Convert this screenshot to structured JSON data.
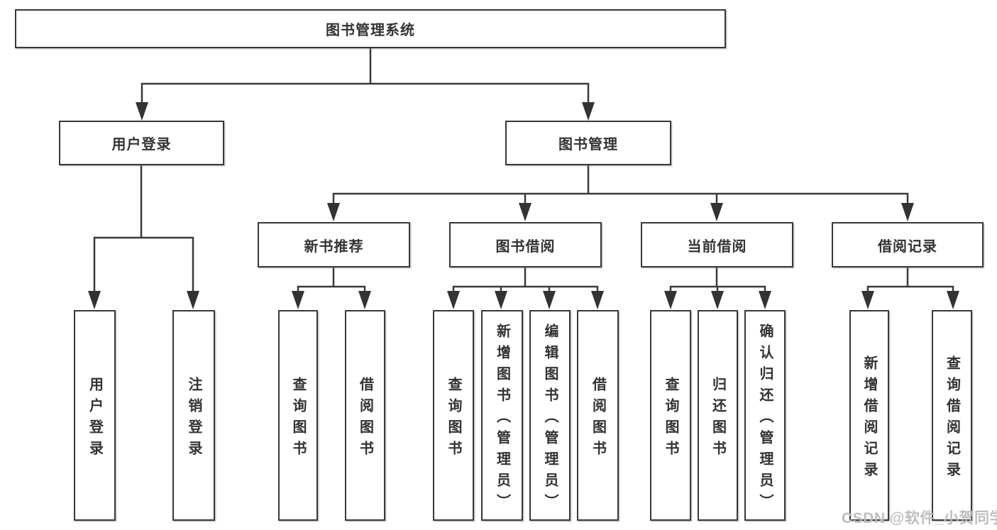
{
  "nodes": {
    "root": "图书管理系统",
    "user_login": "用户登录",
    "book_mgmt": "图书管理",
    "new_book_rec": "新书推荐",
    "book_borrow": "图书借阅",
    "current_borrow": "当前借阅",
    "borrow_records": "借阅记录",
    "leaf_user_login": "用户登录",
    "leaf_logout": "注销登录",
    "nb_query": "查询图书",
    "nb_borrow": "借阅图书",
    "bb_query": "查询图书",
    "bb_add": "新增图书（管理员）",
    "bb_edit": "编辑图书（管理员）",
    "bb_borrow": "借阅图书",
    "cb_query": "查询图书",
    "cb_return": "归还图书",
    "cb_confirm": "确认归还（管理员）",
    "br_add": "新增借阅记录",
    "br_query": "查询借阅记录"
  },
  "watermark": "CSDN @软件_小贺同学",
  "colors": {
    "line": "#3a3a3a",
    "border": "#383838",
    "text": "#333333",
    "watermark": "#bababa",
    "background": "#ffffff"
  }
}
